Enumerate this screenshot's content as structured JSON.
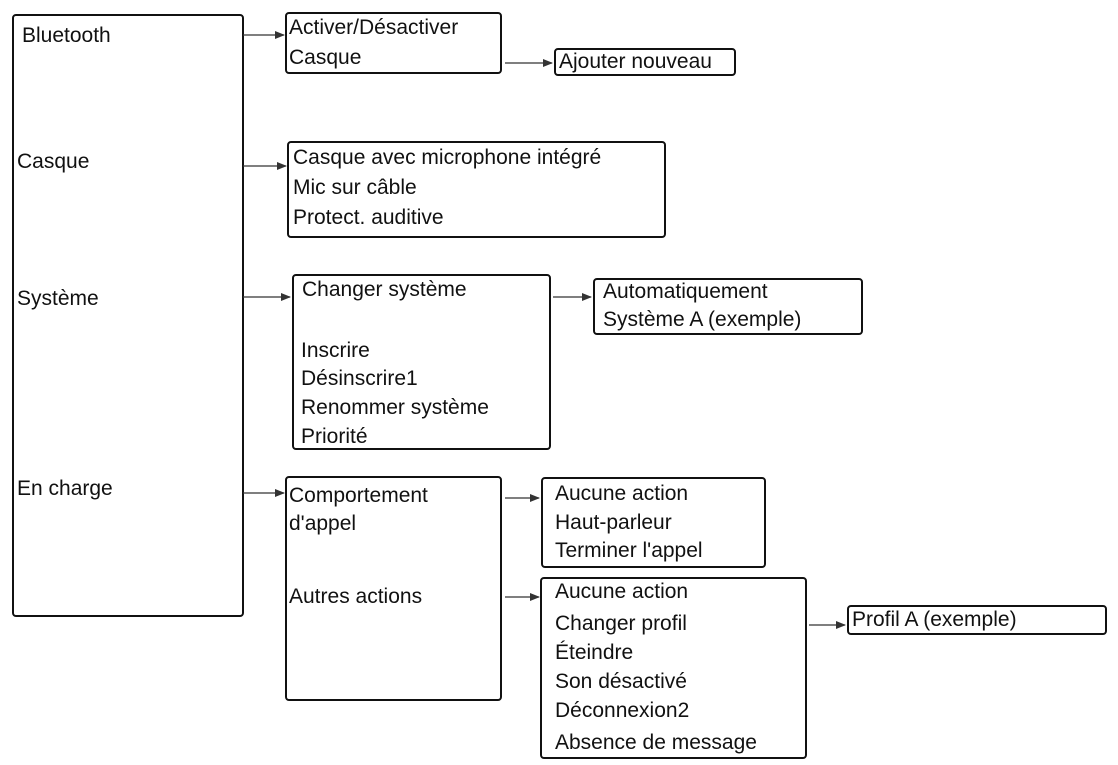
{
  "root": {
    "bluetooth": "Bluetooth",
    "casque": "Casque",
    "systeme": "Système",
    "en_charge": "En charge"
  },
  "bluetooth_menu": {
    "items": [
      "Activer/Désactiver",
      "Casque"
    ],
    "submenu": [
      "Ajouter nouveau"
    ]
  },
  "casque_menu": {
    "items": [
      "Casque avec microphone intégré",
      "Mic sur câble",
      "Protect. auditive"
    ]
  },
  "systeme_menu": {
    "items": [
      "Changer système",
      "Inscrire",
      "Désinscrire1",
      "Renommer système",
      "Priorité"
    ],
    "submenu": [
      "Automatiquement",
      "Système A (exemple)"
    ]
  },
  "en_charge_menu": {
    "items": [
      "Comportement",
      "d'appel",
      "Autres actions"
    ],
    "call_submenu": [
      "Aucune action",
      "Haut-parleur",
      "Terminer l'appel"
    ],
    "other_submenu": [
      "Aucune action",
      "Changer profil",
      "Éteindre",
      "Son désactivé",
      "Déconnexion2",
      "Absence de message"
    ],
    "profile_submenu": [
      "Profil A (exemple)"
    ]
  }
}
